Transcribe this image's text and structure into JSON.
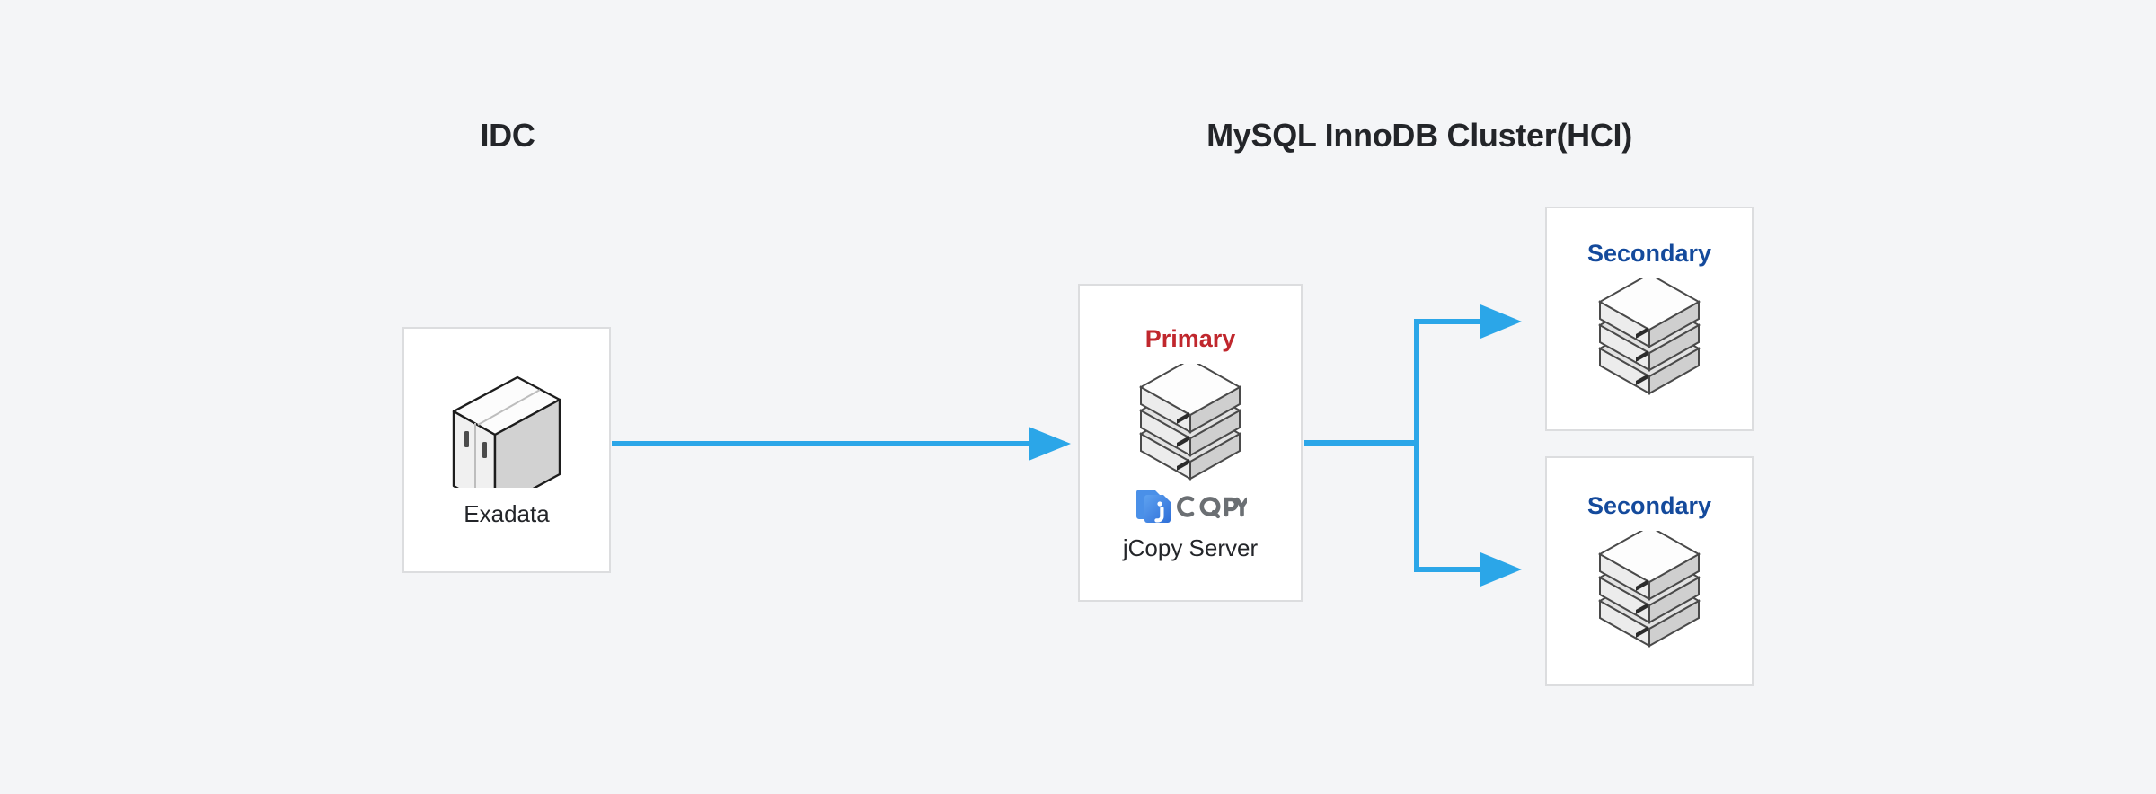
{
  "diagram": {
    "background_color": "#f4f5f7",
    "accent_arrow_color": "#2ba6e8",
    "card_border_color": "#dcdddf",
    "sections": [
      {
        "id": "idc",
        "title": "IDC"
      },
      {
        "id": "cluster",
        "title": "MySQL InnoDB Cluster(HCI)"
      }
    ],
    "nodes": {
      "exadata": {
        "label": "Exadata",
        "icon": "exadata-cabinet-icon"
      },
      "primary": {
        "role": "Primary",
        "role_color": "#c0272d",
        "label": "jCopy Server",
        "server_icon": "server-stack-icon",
        "product_logo": "jcopy-logo",
        "product_logo_text": "COPY",
        "product_logo_mark": "j",
        "product_logo_color": "#4a90e8",
        "product_logo_text_color": "#6b6f73"
      },
      "secondary_1": {
        "role": "Secondary",
        "role_color": "#144a9c",
        "icon": "server-stack-icon"
      },
      "secondary_2": {
        "role": "Secondary",
        "role_color": "#144a9c",
        "icon": "server-stack-icon"
      }
    },
    "connectors": [
      {
        "id": "exadata-to-primary",
        "from": "exadata",
        "to": "primary",
        "style": "straight-arrow",
        "color": "#2ba6e8"
      },
      {
        "id": "primary-to-secondary-1",
        "from": "primary",
        "to": "secondary_1",
        "style": "elbow-arrow",
        "color": "#2ba6e8"
      },
      {
        "id": "primary-to-secondary-2",
        "from": "primary",
        "to": "secondary_2",
        "style": "elbow-arrow",
        "color": "#2ba6e8"
      }
    ]
  }
}
